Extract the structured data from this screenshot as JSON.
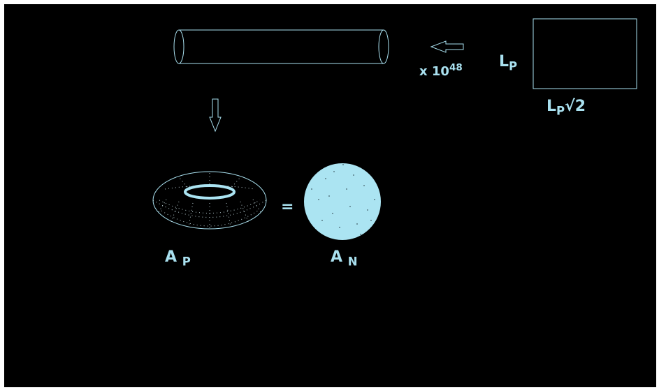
{
  "colors": {
    "background": "#000000",
    "stroke": "#a9e0ef",
    "fill": "#abe4f2"
  },
  "labels": {
    "multiplier_x": "x",
    "multiplier_base": "10",
    "multiplier_exp": "48",
    "square_side_L": "L",
    "square_side_sub": "P",
    "square_diag_L": "L",
    "square_diag_sub": "P",
    "square_diag_root": "√2",
    "equals": "=",
    "area_torus_A": "A",
    "area_torus_sub": "P",
    "area_sphere_A": "A",
    "area_sphere_sub": "N"
  }
}
